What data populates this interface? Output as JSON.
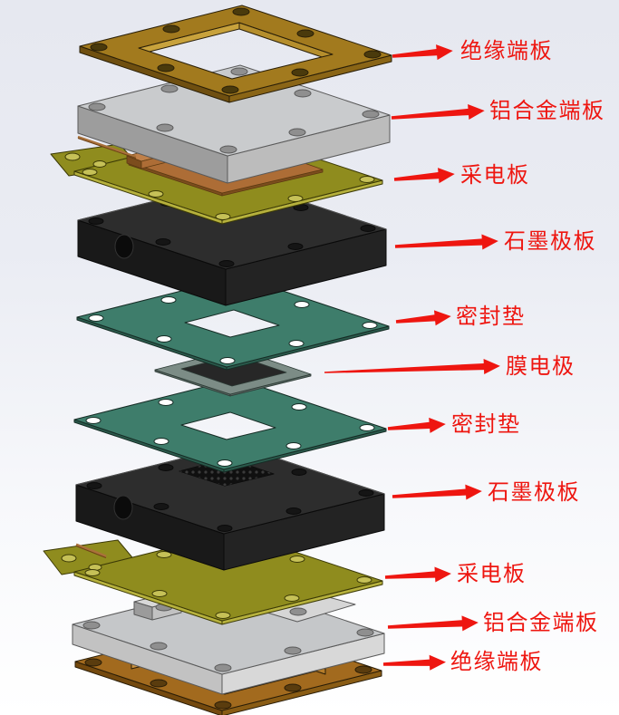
{
  "diagram": {
    "type": "exploded-view-assembly",
    "accent_color": "#ee1610",
    "background_top": "#e6e8f0",
    "background_bottom": "#ffffff",
    "layers": [
      {
        "label": "绝缘端板",
        "color": "#a27a1e"
      },
      {
        "label": "铝合金端板",
        "color": "#c9cbcd"
      },
      {
        "label": "采电板",
        "color": "#8f8c1e"
      },
      {
        "label": "石墨极板",
        "color": "#2d2d2d"
      },
      {
        "label": "密封垫",
        "color": "#3e7d6b"
      },
      {
        "label": "膜电极",
        "color": "#7c8c86"
      },
      {
        "label": "密封垫",
        "color": "#3e7d6b"
      },
      {
        "label": "石墨极板",
        "color": "#2d2d2d"
      },
      {
        "label": "采电板",
        "color": "#8f8c1e"
      },
      {
        "label": "铝合金端板",
        "color": "#c5c7c9"
      },
      {
        "label": "绝缘端板",
        "color": "#a26a1e"
      }
    ]
  }
}
